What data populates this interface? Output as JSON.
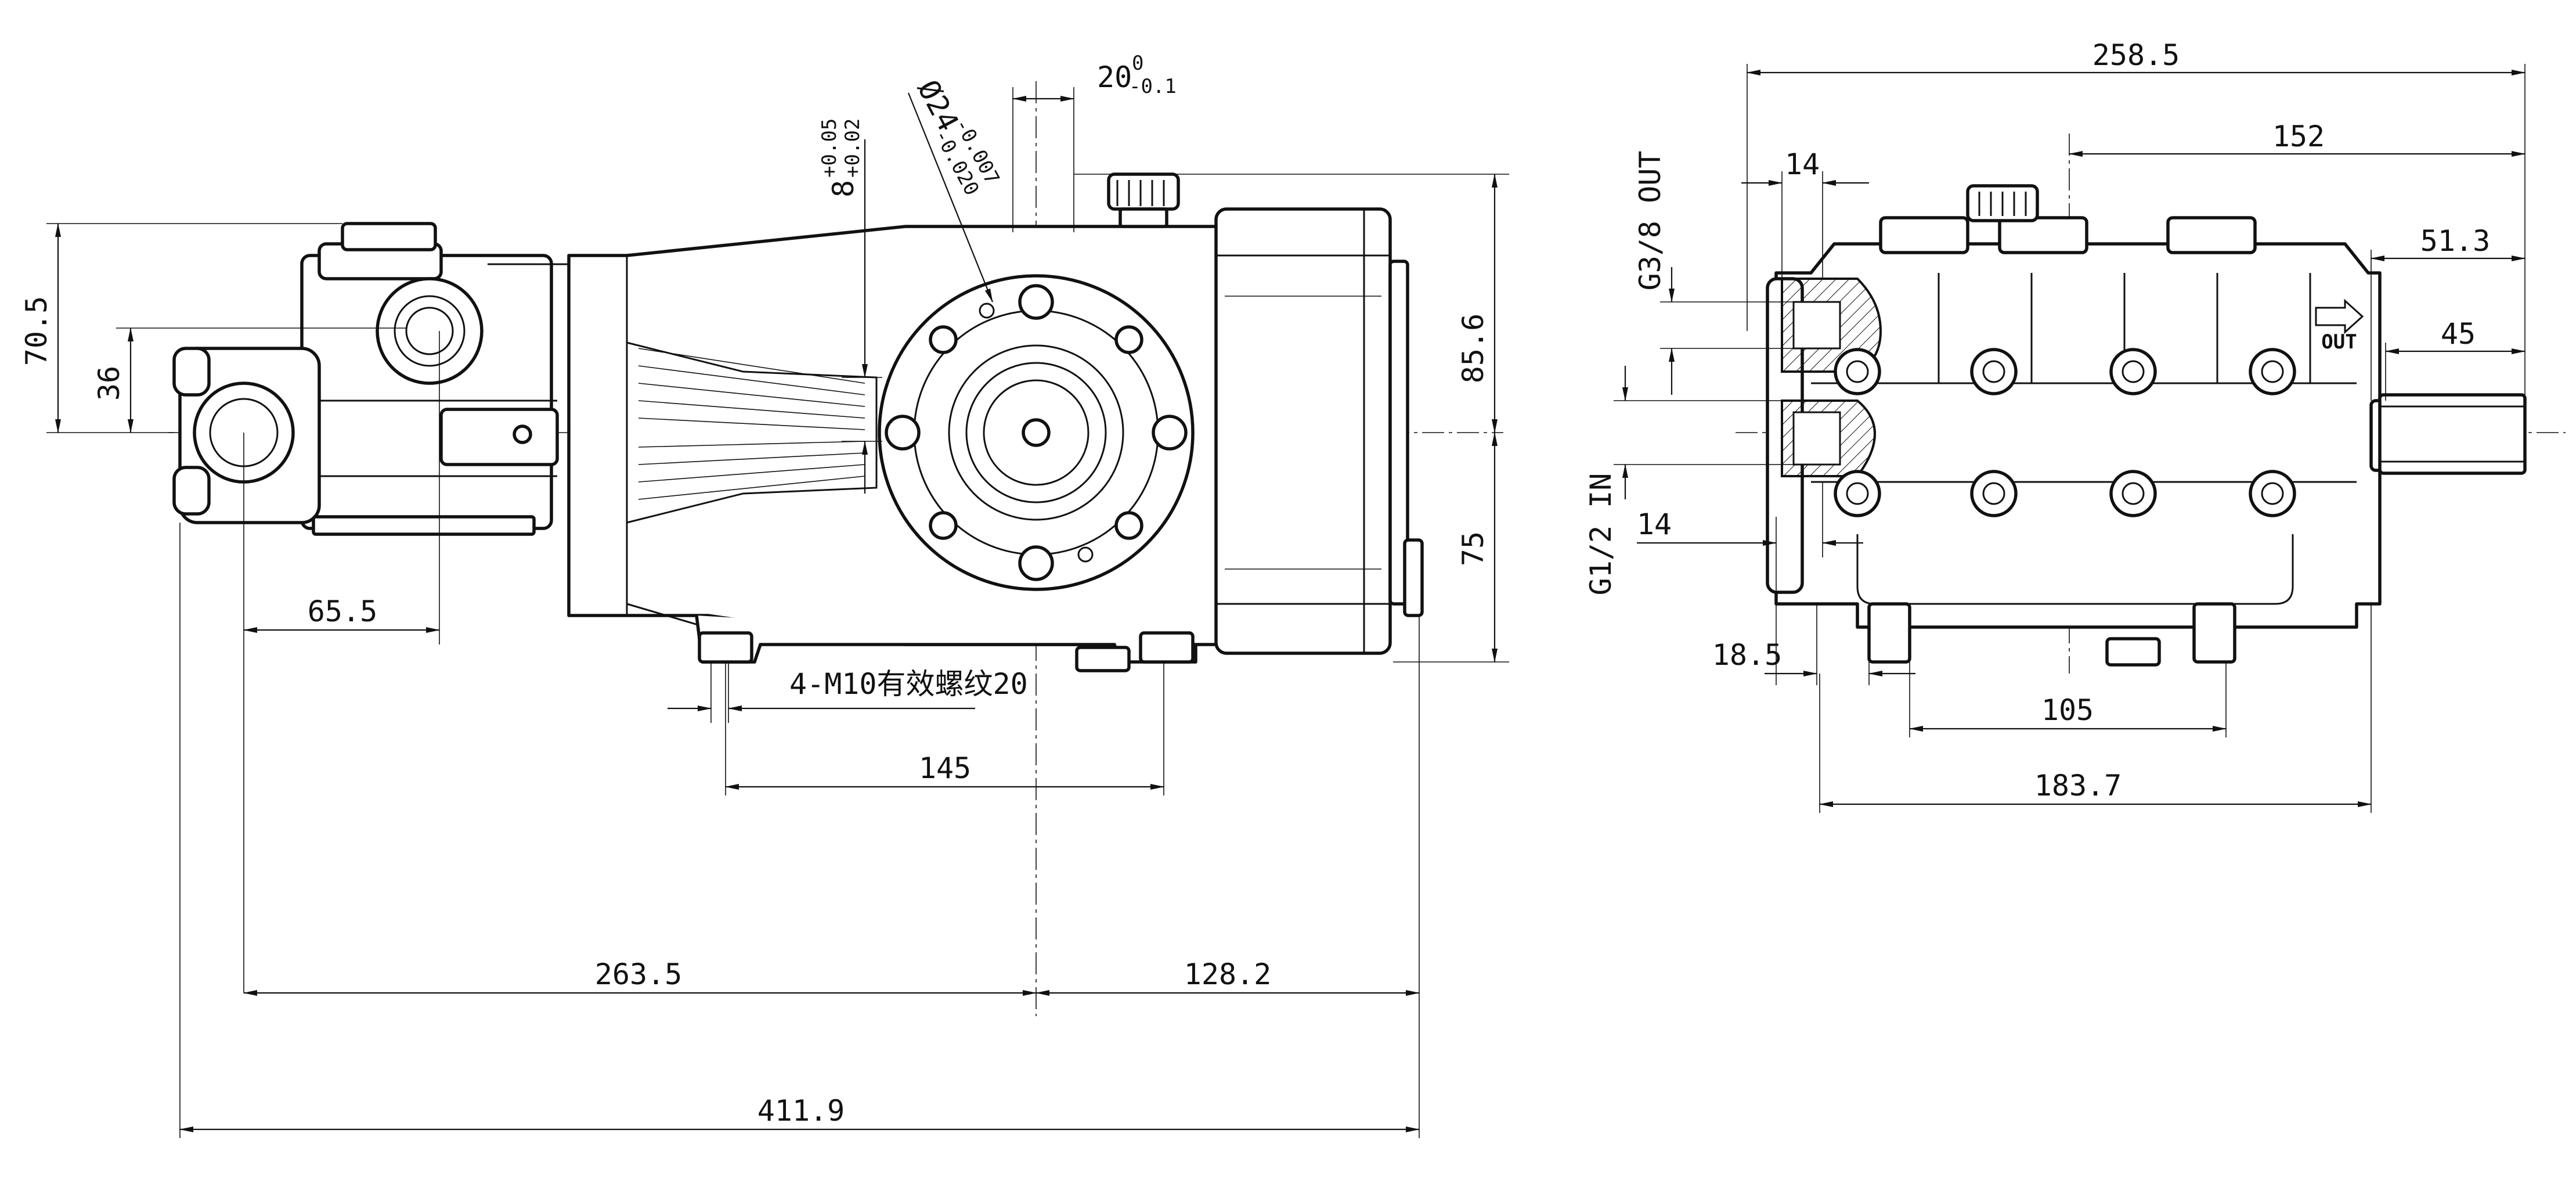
{
  "drawing": {
    "side_view": {
      "dimensions": {
        "height_70_5": "70.5",
        "height_36": "36",
        "offset_65_5": "65.5",
        "tolerance_20": "20",
        "tolerance_20_upper": "0",
        "tolerance_20_lower": "-0.1",
        "shaft_dia": "Ø24",
        "shaft_dia_upper": "-0.007",
        "shaft_dia_lower": "-0.020",
        "key_8": "8",
        "key_8_upper": "+0.05",
        "key_8_lower": "+0.02",
        "height_85_6": "85.6",
        "height_75": "75",
        "mount_note": "4-M10有效螺纹20",
        "mount_spacing_145": "145",
        "length_263_5": "263.5",
        "length_128_2": "128.2",
        "overall_411_9": "411.9"
      }
    },
    "front_view": {
      "dimensions": {
        "width_258_5": "258.5",
        "width_152": "152",
        "width_51_3": "51.3",
        "width_45": "45",
        "port_out_14": "14",
        "port_in_14": "14",
        "port_out_label": "G3/8 OUT",
        "port_in_label": "G1/2 IN",
        "offset_18_5": "18.5",
        "mount_105": "105",
        "width_183_7": "183.7"
      },
      "out_marker": "OUT"
    }
  }
}
